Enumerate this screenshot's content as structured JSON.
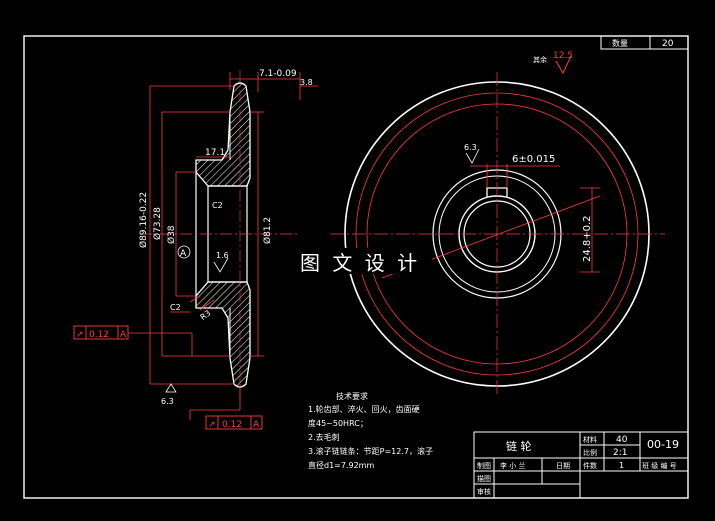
{
  "title_block": {
    "part_name": "链 轮",
    "material_label": "材料",
    "material_value": "40",
    "scale_label": "比例",
    "scale_value": "2:1",
    "quantity_label": "件数",
    "quantity_value": "1",
    "drawing_no": "00-19",
    "drafter_label": "制图",
    "drafter_name": "李 小 兰",
    "date_label": "日期",
    "school": "班 级 编 号",
    "checker_label": "描图",
    "reviewer_label": "审核"
  },
  "top_corner": {
    "label": "数量",
    "value": "20"
  },
  "roughness_other": {
    "label": "其余",
    "value": "12.5"
  },
  "watermark": "图 文 设 计",
  "technical_requirements": {
    "heading": "技术要求",
    "lines": [
      "1.轮齿部、淬火、回火，齿面硬",
      "度45~50HRC；",
      "2.去毛刺",
      "3.滚子链链条：节距P=12.7，滚子",
      "直径d1=7.92mm"
    ]
  },
  "dimensions": {
    "hub_width": "7.1-0.09",
    "chamfer_top": "3.8",
    "bore_length": "17.1",
    "od_tooth": "Ø89.16-0.22",
    "od_hub": "Ø73.28",
    "bore_dia": "Ø38",
    "root_dia": "Ø81.2",
    "chamfer_c2_a": "C2",
    "chamfer_c2_b": "C2",
    "fillet_r3": "R3",
    "roughness_1": "1.6",
    "roughness_2": "6.3",
    "roughness_3": "6.3",
    "datum_a": "A",
    "key_width": "6±0.015",
    "key_depth": "24.8+0.2"
  },
  "tolerance_frames": [
    {
      "symbol": "↗",
      "value": "0.12",
      "datum": "A"
    },
    {
      "symbol": "↗",
      "value": "0.12",
      "datum": "A"
    }
  ]
}
